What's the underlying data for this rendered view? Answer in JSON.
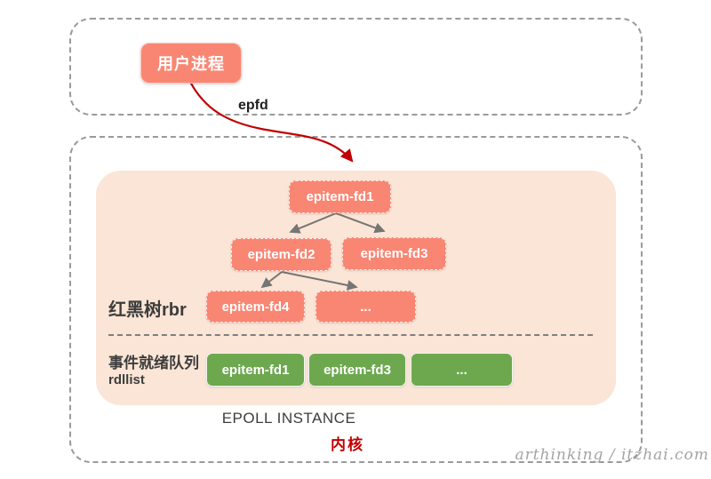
{
  "user_space": {
    "process_label": "用户进程"
  },
  "epfd_label": "epfd",
  "kernel": {
    "rbtree": {
      "label": "红黑树rbr",
      "nodes": {
        "root": "epitem-fd1",
        "left": "epitem-fd2",
        "right": "epitem-fd3",
        "left_left": "epitem-fd4",
        "left_right": "..."
      }
    },
    "readylist": {
      "label_line1": "事件就绪队列",
      "label_line2": "rdllist",
      "items": [
        "epitem-fd1",
        "epitem-fd3",
        "..."
      ]
    },
    "instance_label": "EPOLL INSTANCE",
    "kernel_label": "内核"
  },
  "watermark": "arthinking / itzhai.com",
  "colors": {
    "salmon": "#f98673",
    "green": "#6da84f",
    "peach": "#fae5d6",
    "red": "#c00000",
    "dashgray": "#9a9a9a"
  }
}
